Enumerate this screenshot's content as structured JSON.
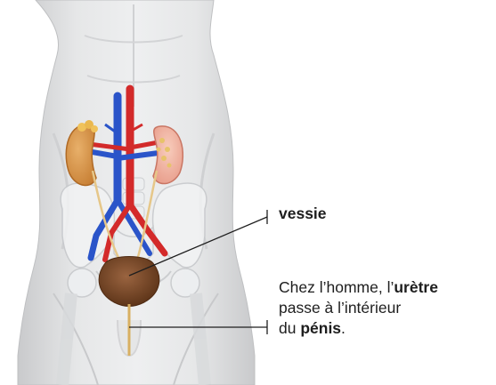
{
  "labels": {
    "vessie": "vessie",
    "note": {
      "line1_prefix": "Chez l’homme, l’",
      "line1_bold": "urètre",
      "line2": "passe à l’intérieur",
      "line3_prefix": "du ",
      "line3_bold": "pénis",
      "line3_suffix": "."
    }
  },
  "colors": {
    "artery": "#d32a2a",
    "vein": "#2a54c9",
    "bladder": "#7a4a2a",
    "kidney_left": "#d99a52",
    "kidney_right": "#f1b6a7",
    "ureter": "#e6c789",
    "body": "#d9dadb",
    "skeleton": "#eef0f2",
    "leader_line": "#1e1e1e"
  }
}
